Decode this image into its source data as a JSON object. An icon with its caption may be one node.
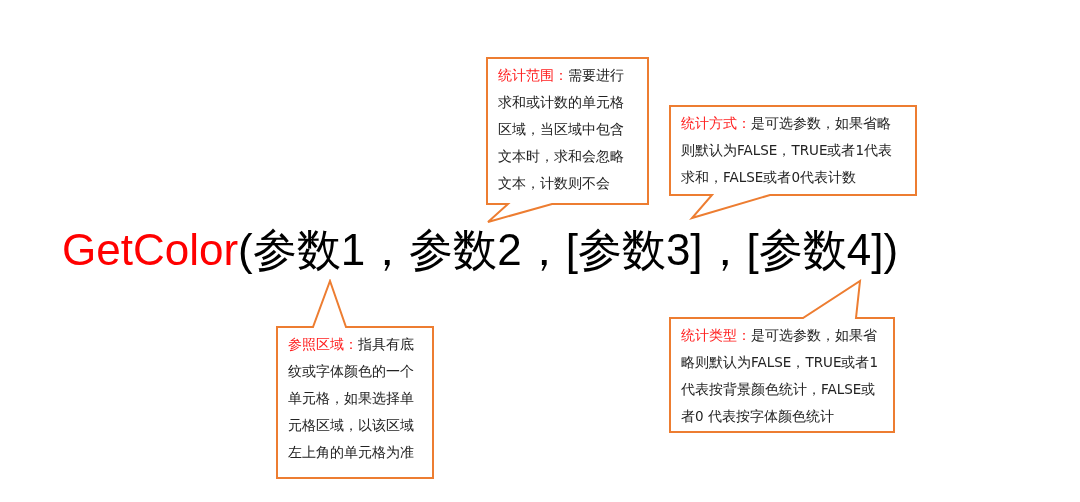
{
  "diagram": {
    "nodes": [
      {
        "text": [
          "统计范围：",
          "需要进行求和或计数的单元格区域，当区域中包含文本时，求和会忽略文本，计数则不会"
        ]
      },
      {
        "text": [
          "统计方式：",
          "是可选参数，如果省略则默认为FALSE，TRUE或者1代表求和，FALSE或者0代表计数"
        ]
      },
      {
        "text": [
          "参照区域：",
          "指具有底纹或字体颜色的一个单元格，如果选择单元格区域，以该区域左上角的单元格为准"
        ]
      },
      {
        "text": [
          "统计类型：",
          "是可选参数，如果省略则默认为FALSE，TRUE或者1代表按背景颜色统计，FALSE或者0 代表按字体颜色统计"
        ]
      }
    ],
    "labels": [
      "GetColor",
      "(参数1，参数2，[参数3]，[参数4])"
    ]
  }
}
